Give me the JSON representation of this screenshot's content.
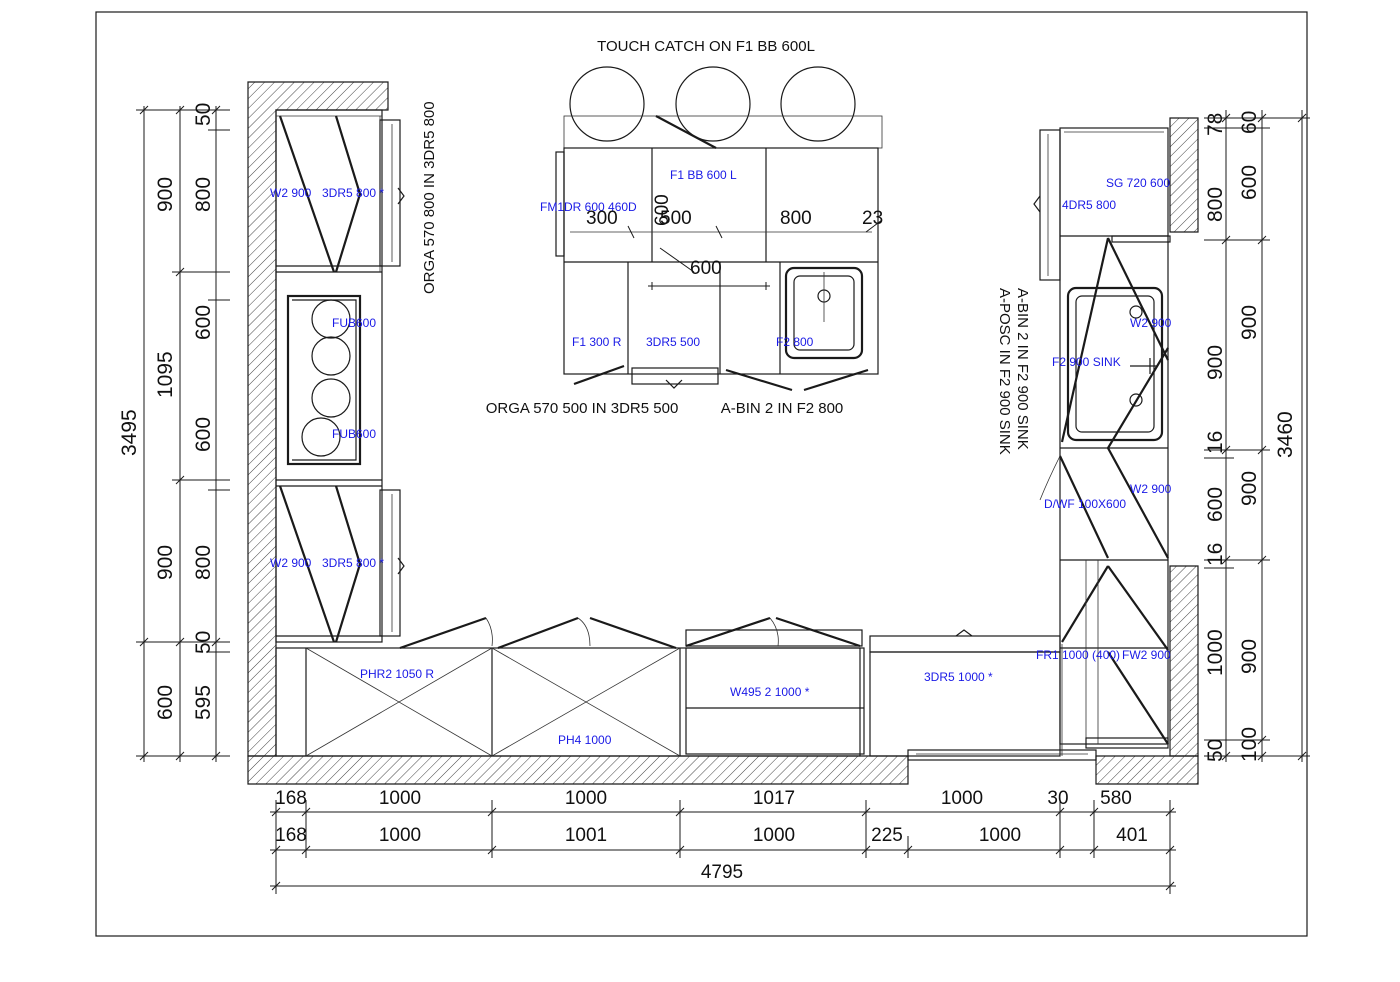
{
  "notes": {
    "touch_catch": "TOUCH CATCH ON F1 BB 600L",
    "orga_left": "ORGA 570 800 IN 3DR5 800",
    "orga_island": "ORGA 570 500 IN 3DR5 500",
    "abin_island": "A-BIN 2 IN F2 800",
    "abin_right": "A-BIN 2 IN F2 900 SINK",
    "aposc_right": "A-POSC IN F2 900 SINK"
  },
  "unit_labels": {
    "left_w2_top": "W2 900",
    "left_3dr5_top": "3DR5 800 *",
    "left_fub_top": "FUB600",
    "left_fub_bottom": "FUB600",
    "left_w2_bottom": "W2 900",
    "left_3dr5_bottom": "3DR5 800 *",
    "island_f1bb": "F1 BB 600 L",
    "island_fm1dr": "FM1DR 600 460D",
    "island_f1_300": "F1 300 R",
    "island_3dr5_500": "3DR5 500",
    "island_f2_800": "F2 800",
    "bottom_phr2": "PHR2 1050 R",
    "bottom_ph4": "PH4 1000",
    "bottom_w495": "W495 2 1000 *",
    "bottom_3dr5_1000": "3DR5 1000 *",
    "right_4dr5": "4DR5 800",
    "right_sg": "SG 720 600",
    "right_w2_top": "W2 900",
    "right_f2_sink": "F2 900 SINK",
    "right_w2_mid": "W2 900",
    "right_dwf": "D/WF 100X600",
    "right_fr1": "FR1 1000 (400)",
    "right_fw2": "FW2 900"
  },
  "dims": {
    "island_300": "300",
    "island_500": "500",
    "island_600v": "600",
    "island_800": "800",
    "island_23": "23",
    "island_600": "600",
    "left_total": "3495",
    "left_900a": "900",
    "left_1095": "1095",
    "left_900b": "900",
    "left_600c": "600",
    "left_50a": "50",
    "left_800a": "800",
    "left_600a": "600",
    "left_600b": "600",
    "left_800b": "800",
    "left_50b": "50",
    "left_595": "595",
    "bot1_168": "168",
    "bot1_1000a": "1000",
    "bot1_1000b": "1000",
    "bot1_1017": "1017",
    "bot1_1000c": "1000",
    "bot1_30": "30",
    "bot1_580": "580",
    "bot2_168": "168",
    "bot2_1000a": "1000",
    "bot2_1001": "1001",
    "bot2_1000b": "1000",
    "bot2_225": "225",
    "bot2_1000c": "1000",
    "bot2_401": "401",
    "bot3_4795": "4795",
    "right_78": "78",
    "right_800": "800",
    "right_900a": "900",
    "right_16a": "16",
    "right_600b": "600",
    "right_16b": "16",
    "right_1000": "1000",
    "right_50": "50",
    "right_60": "60",
    "right_600a": "600",
    "right_900b": "900",
    "right_900c": "900",
    "right_900d": "900",
    "right_100": "100",
    "right_total": "3460"
  },
  "colors": {
    "line": "#1a1a1a",
    "label": "#1a1ae6",
    "background": "#ffffff"
  }
}
